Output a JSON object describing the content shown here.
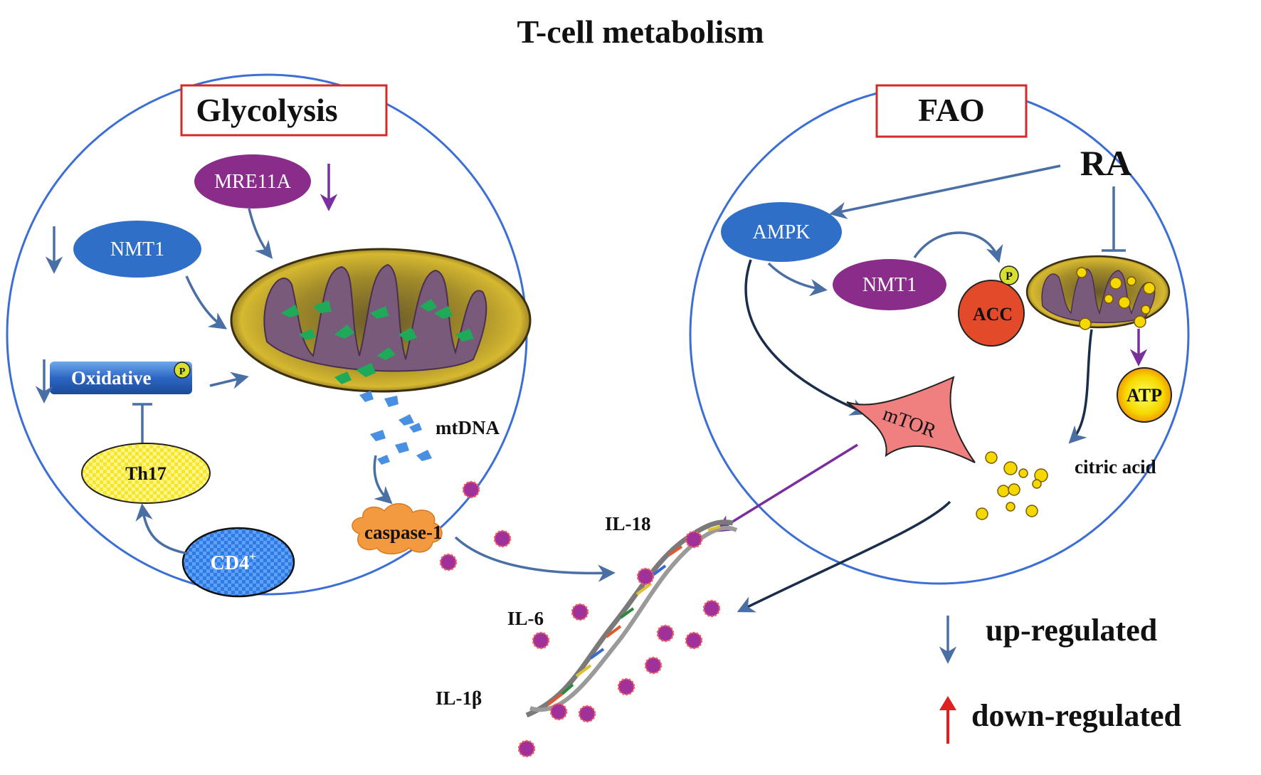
{
  "title": "T-cell metabolism",
  "left_panel": {
    "box_label": "Glycolysis",
    "nodes": {
      "mre11a": "MRE11A",
      "nmt1": "NMT1",
      "oxidative": "Oxidative",
      "th17": "Th17",
      "cd4": "CD4",
      "cd4_sup": "+",
      "p": "P"
    },
    "labels": {
      "mtdna": "mtDNA",
      "caspase": "caspase-1"
    }
  },
  "right_panel": {
    "box_label": "FAO",
    "ra": "RA",
    "nodes": {
      "ampk": "AMPK",
      "nmt1": "NMT1",
      "acc": "ACC",
      "p": "P",
      "mtor": "mTOR",
      "atp": "ATP"
    },
    "labels": {
      "citric_acid": "citric acid"
    }
  },
  "cytokines": {
    "il18": "IL-18",
    "il6": "IL-6",
    "il1b": "IL-1β"
  },
  "legend": {
    "down_arrow_label": "up-regulated",
    "up_arrow_label": "down-regulated",
    "down_arrow_color": "#4a6fa5",
    "up_arrow_color": "#e02020"
  },
  "colors": {
    "circle_outline": "#3b6fd6",
    "box_outline": "#d42a2a",
    "blue_node": "#2f6fc7",
    "purple_node": "#8a2d8a",
    "yellow_node": "#ffef3a",
    "orange_node": "#f08a2a",
    "pink_node": "#f08080",
    "red_node": "#e24a2a"
  }
}
